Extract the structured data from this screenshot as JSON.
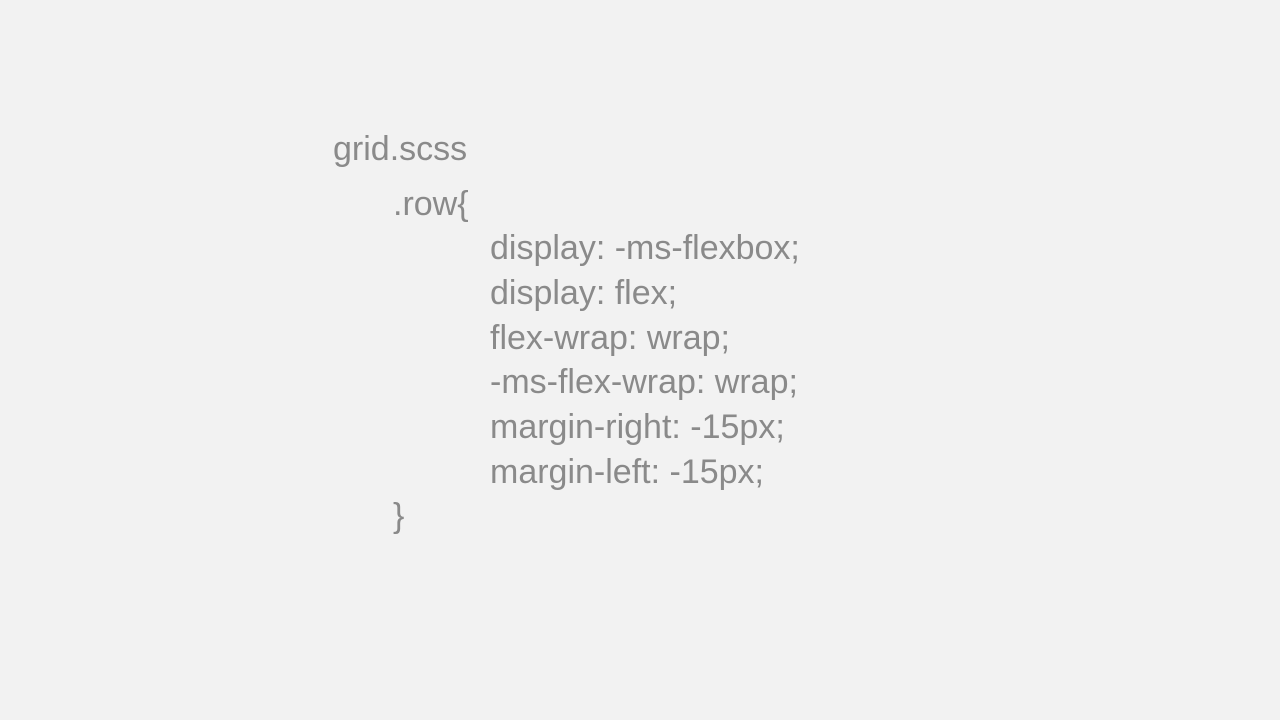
{
  "slide": {
    "filename": "grid.scss",
    "selector_open": ".row{",
    "declarations": [
      "display: -ms-flexbox;",
      "display: flex;",
      "flex-wrap: wrap;",
      "-ms-flex-wrap: wrap;",
      "margin-right: -15px;",
      "margin-left: -15px;"
    ],
    "selector_close": "}"
  },
  "colors": {
    "background": "#f2f2f2",
    "text": "#8a8a8a"
  }
}
